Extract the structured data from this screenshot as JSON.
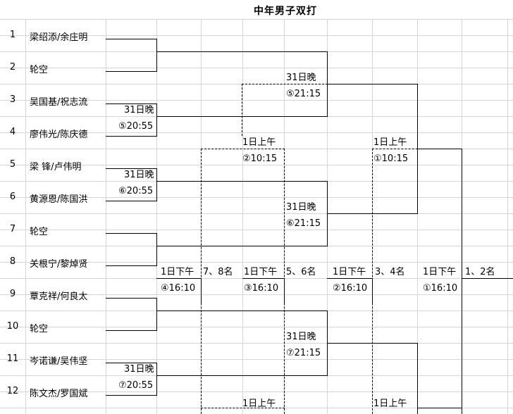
{
  "title": "中年男子双打",
  "rows": [
    {
      "num": "1",
      "name": "梁绍添/余庄明"
    },
    {
      "num": "2",
      "name": "轮空"
    },
    {
      "num": "3",
      "name": "吴国基/祝志流"
    },
    {
      "num": "4",
      "name": "廖伟光/陈庆德"
    },
    {
      "num": "5",
      "name": "梁 锋/卢伟明"
    },
    {
      "num": "6",
      "name": "黄源恩/陈国洪"
    },
    {
      "num": "7",
      "name": "轮空"
    },
    {
      "num": "8",
      "name": "关根宁/黎焯贤"
    },
    {
      "num": "9",
      "name": "覃克祥/何良太"
    },
    {
      "num": "10",
      "name": "轮空"
    },
    {
      "num": "11",
      "name": "岑诺谦/吴伟坚"
    },
    {
      "num": "12",
      "name": "陈文杰/罗国斌"
    }
  ],
  "matches": {
    "r1_a_day": "31日晚",
    "r1_a_time": "⑤20:55",
    "r1_b_day": "31日晚",
    "r1_b_time": "⑥20:55",
    "r1_c_day": "31日晚",
    "r1_c_time": "⑦20:55",
    "r2_a_day": "31日晚",
    "r2_a_time": "⑤21:15",
    "r2_b_day": "31日晚",
    "r2_b_time": "⑥21:15",
    "r2_c_day": "31日晚",
    "r2_c_time": "⑦21:15",
    "semi_day": "1日上午",
    "semi_time": "①10:15",
    "semi_bottom_day": "1日上午",
    "cons_day": "1日上午",
    "cons_time": "②10:15",
    "cons_bottom_day": "1日上午"
  },
  "placements": {
    "p78_day": "1日下午",
    "p78_time": "④16:10",
    "p78_label": "7、8名",
    "p56_day": "1日下午",
    "p56_time": "③16:10",
    "p56_label": "5、6名",
    "p34_day": "1日下午",
    "p34_time": "②16:10",
    "p34_label": "3、4名",
    "p12_day": "1日下午",
    "p12_time": "①16:10",
    "p12_label": "1、2名"
  }
}
